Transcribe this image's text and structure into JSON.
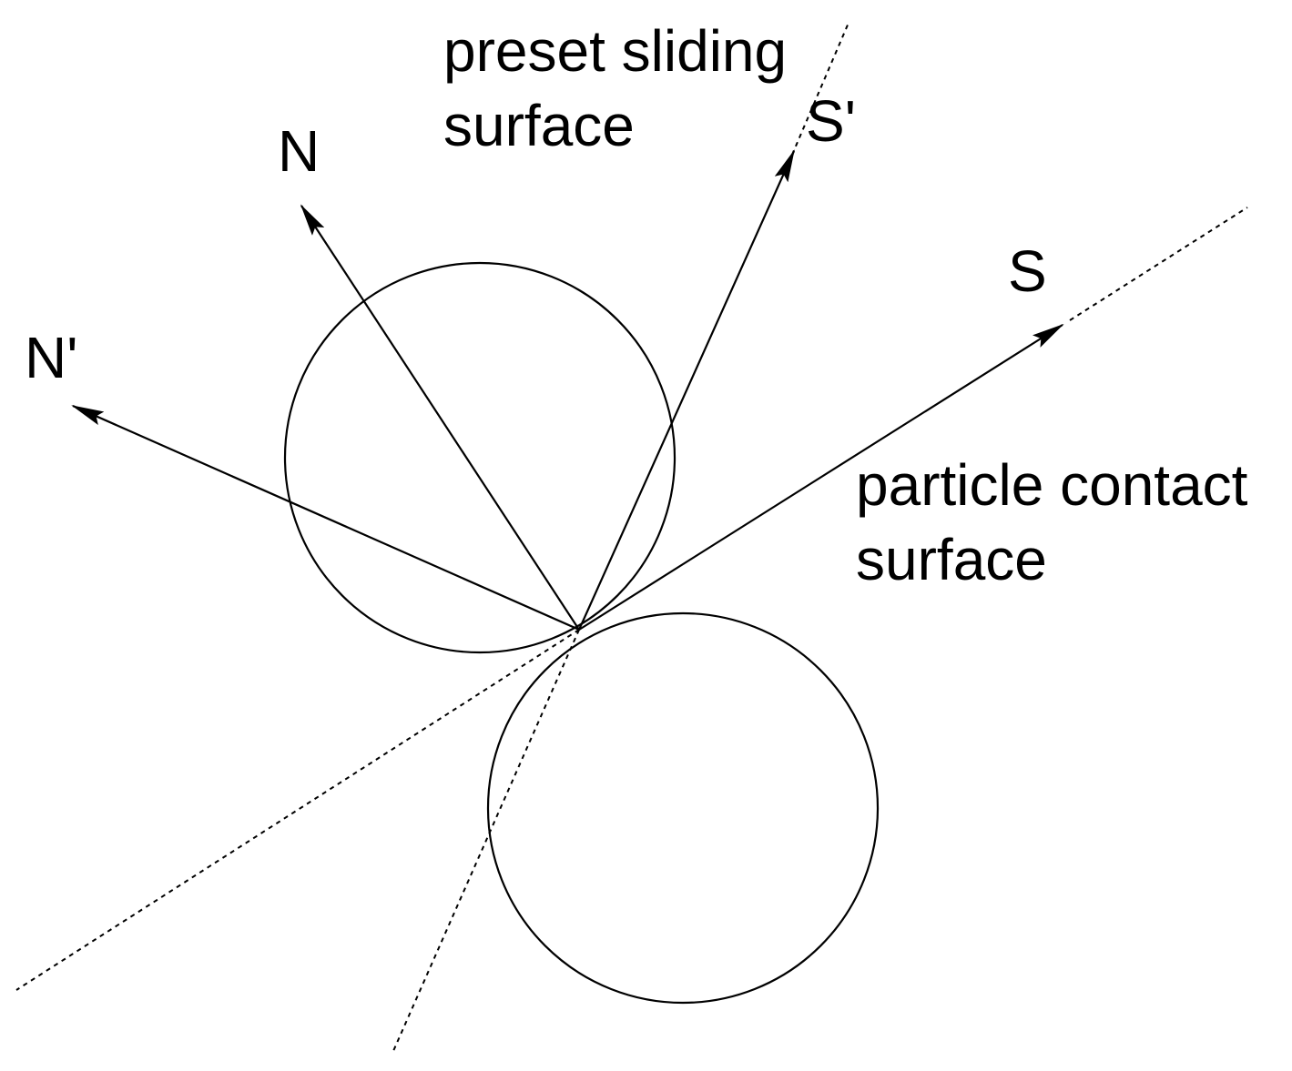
{
  "labels": {
    "preset_line1": "preset sliding",
    "preset_line2": "surface",
    "contact_line1": "particle contact",
    "contact_line2": "surface",
    "N": "N",
    "N_prime": "N'",
    "S": "S",
    "S_prime": "S'"
  },
  "colors": {
    "ink": "#000000",
    "background": "#ffffff"
  }
}
